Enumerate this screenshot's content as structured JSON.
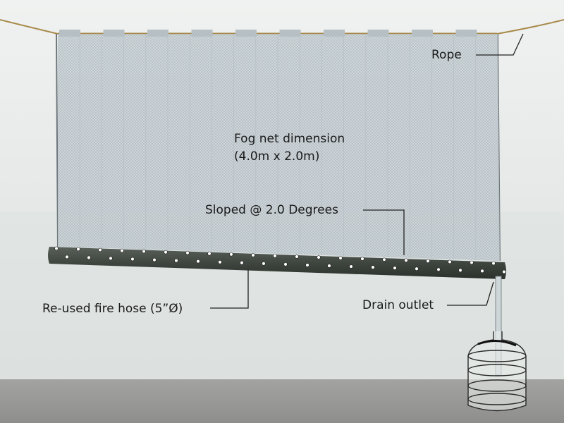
{
  "labels": {
    "rope": "Rope",
    "net_dimension_title": "Fog net dimension",
    "net_dimension_value": "(4.0m x 2.0m)",
    "slope": "Sloped @ 2.0 Degrees",
    "fire_hose": "Re-used fire hose  (5”Ø)",
    "drain_outlet": "Drain outlet"
  },
  "colors": {
    "sky": "#e9eceb",
    "horizon": "#d6dad8",
    "ground": "#9b9b99",
    "net": "#c7cfd4",
    "hose": "#3f463f",
    "rope": "#a88a4a",
    "grommet": "#ffffff",
    "leader": "#222222"
  }
}
